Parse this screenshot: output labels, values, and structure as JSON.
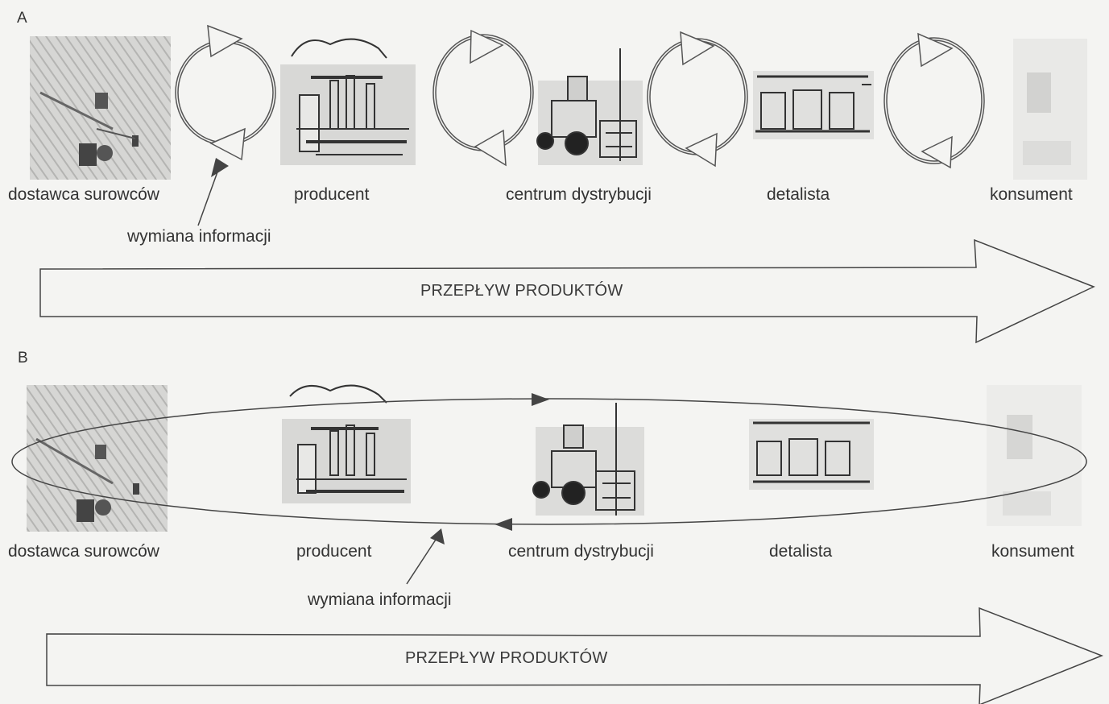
{
  "panel_a": {
    "letter": "A",
    "nodes": [
      {
        "label": "dostawca surowców",
        "icon": "raw-material-supplier-icon"
      },
      {
        "label": "producent",
        "icon": "factory-icon"
      },
      {
        "label": "centrum  dystrybucji",
        "icon": "forklift-icon"
      },
      {
        "label": "detalista",
        "icon": "shop-icon"
      },
      {
        "label": "konsument",
        "icon": "consumer-icon"
      }
    ],
    "info_exchange_label": "wymiana  informacji",
    "flow_label": "PRZEPŁYW PRODUKTÓW"
  },
  "panel_b": {
    "letter": "B",
    "nodes": [
      {
        "label": "dostawca surowców",
        "icon": "raw-material-supplier-icon"
      },
      {
        "label": "producent",
        "icon": "factory-icon"
      },
      {
        "label": "centrum  dystrybucji",
        "icon": "forklift-icon"
      },
      {
        "label": "detalista",
        "icon": "shop-icon"
      },
      {
        "label": "konsument",
        "icon": "consumer-icon"
      }
    ],
    "info_exchange_label": "wymiana  informacji",
    "flow_label": "PRZEPŁYW PRODUKTÓW"
  },
  "colors": {
    "line": "#444444",
    "background": "#f4f4f2",
    "image_tint": "#b9b9b9"
  }
}
